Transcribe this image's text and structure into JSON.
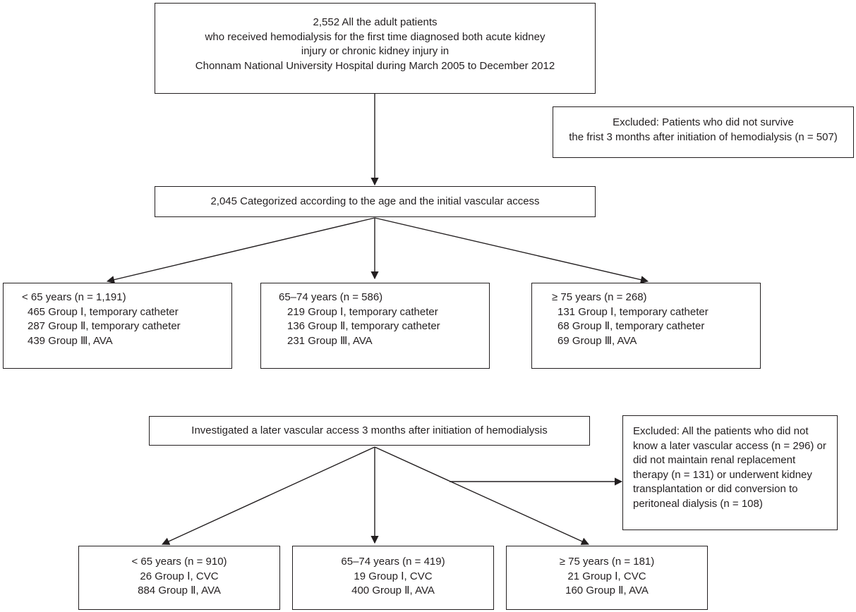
{
  "top_box": {
    "lines": [
      "2,552 All the adult patients",
      "who received hemodialysis for the first time diagnosed both acute kidney",
      "injury or chronic kidney injury in",
      "Chonnam National University Hospital during March 2005 to December 2012"
    ]
  },
  "excluded_1": {
    "lines": [
      "Excluded: Patients who did not survive",
      "the frist 3 months after initiation of hemodialysis (n = 507)"
    ]
  },
  "categorized_box": {
    "text": "2,045 Categorized according to the age and the initial vascular access"
  },
  "age_groups_initial": [
    {
      "header": "< 65 years (n = 1,191)",
      "rows": [
        "465 Group Ⅰ,  temporary catheter",
        "287 Group Ⅱ, temporary catheter",
        "439 Group Ⅲ, AVA"
      ]
    },
    {
      "header": "65–74 years (n = 586)",
      "rows": [
        "219 Group Ⅰ, temporary catheter",
        "136 Group Ⅱ,  temporary catheter",
        "231 Group Ⅲ, AVA"
      ]
    },
    {
      "header": "≥  75 years (n = 268)",
      "rows": [
        "131 Group Ⅰ, temporary catheter",
        " 68 Group Ⅱ, temporary catheter",
        " 69 Group Ⅲ, AVA"
      ]
    }
  ],
  "investigated_box": {
    "text": "Investigated a later vascular access 3 months after initiation of hemodialysis"
  },
  "excluded_2": {
    "lines": [
      "Excluded: All the patients who did not",
      "know a later vascular access (n = 296) or",
      "did not maintain renal replacement",
      "therapy (n = 131) or underwent kidney",
      "transplantation or did conversion to",
      "peritoneal dialysis (n = 108)"
    ]
  },
  "age_groups_later": [
    {
      "header": "< 65 years (n = 910)",
      "rows": [
        "26 Group Ⅰ, CVC",
        "884 Group Ⅱ, AVA"
      ]
    },
    {
      "header": "65–74 years (n = 419)",
      "rows": [
        "19 Group Ⅰ, CVC",
        "400 Group Ⅱ,  AVA"
      ]
    },
    {
      "header": "≥ 75 years (n = 181)",
      "rows": [
        "21 Group Ⅰ, CVC",
        "160 Group Ⅱ, AVA"
      ]
    }
  ]
}
